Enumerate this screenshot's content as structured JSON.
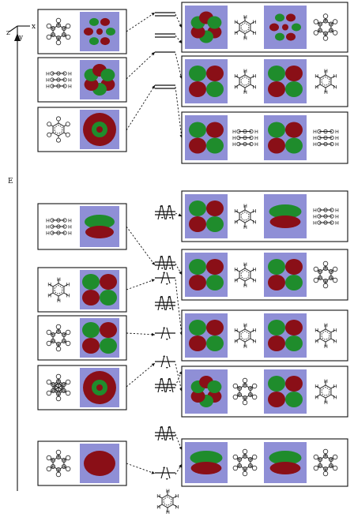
{
  "axes": {
    "energy_label": "E",
    "x_label": "x",
    "y_label": "y",
    "z_label": "z"
  },
  "hydrogen_label": "H",
  "colors": {
    "lobe_green": "#1f8c2c",
    "lobe_red": "#8a0f17",
    "panel_blue": "#8f8fd6",
    "line": "#111111"
  },
  "left_boxes": [
    {
      "name": "left-box-1",
      "structure": "cage",
      "lobe": "ring"
    },
    {
      "name": "left-box-2",
      "structure": "prism",
      "lobe": "petals"
    },
    {
      "name": "left-box-3",
      "structure": "hex",
      "lobe": "torus"
    },
    {
      "name": "left-box-4",
      "structure": "prism",
      "lobe": "pi"
    },
    {
      "name": "left-box-5",
      "structure": "hexH",
      "lobe": "quad"
    },
    {
      "name": "left-box-6",
      "structure": "cage",
      "lobe": "quad"
    },
    {
      "name": "left-box-7",
      "structure": "star",
      "lobe": "torus"
    },
    {
      "name": "left-box-8",
      "structure": "cage",
      "lobe": "blob"
    }
  ],
  "right_boxes": [
    {
      "name": "right-box-1",
      "panels": [
        {
          "lobe": "hex6",
          "structure": "hexH"
        },
        {
          "lobe": "ring",
          "structure": "cage"
        }
      ]
    },
    {
      "name": "right-box-2",
      "panels": [
        {
          "lobe": "quad",
          "structure": "hexH"
        },
        {
          "lobe": "quad",
          "structure": "hexH"
        }
      ]
    },
    {
      "name": "right-box-3",
      "panels": [
        {
          "lobe": "quad",
          "structure": "prism"
        },
        {
          "lobe": "quad",
          "structure": "prism"
        }
      ]
    },
    {
      "name": "right-box-4",
      "panels": [
        {
          "lobe": "quad",
          "structure": "hexH"
        },
        {
          "lobe": "pi",
          "structure": "prism"
        }
      ]
    },
    {
      "name": "right-box-5",
      "panels": [
        {
          "lobe": "quad",
          "structure": "hexH"
        },
        {
          "lobe": "quad",
          "structure": "cage"
        }
      ]
    },
    {
      "name": "right-box-6",
      "panels": [
        {
          "lobe": "quad",
          "structure": "hexH"
        },
        {
          "lobe": "quad",
          "structure": "hexH"
        }
      ]
    },
    {
      "name": "right-box-7",
      "panels": [
        {
          "lobe": "petals",
          "structure": "cage"
        },
        {
          "lobe": "quad",
          "structure": "hexH"
        }
      ]
    },
    {
      "name": "right-box-8",
      "panels": [
        {
          "lobe": "pi",
          "structure": "cage"
        },
        {
          "lobe": "pi",
          "structure": "cage"
        }
      ]
    }
  ],
  "levels": [
    {
      "name": "level-u1",
      "occupied": false,
      "degenerate": true
    },
    {
      "name": "level-u2",
      "occupied": false,
      "degenerate": true
    },
    {
      "name": "level-u3",
      "occupied": false,
      "degenerate": false
    },
    {
      "name": "level-u4",
      "occupied": false,
      "degenerate": true
    },
    {
      "name": "level-o1",
      "occupied": true,
      "degenerate": true
    },
    {
      "name": "level-o2",
      "occupied": true,
      "degenerate": true
    },
    {
      "name": "level-o3",
      "occupied": true,
      "degenerate": false
    },
    {
      "name": "level-o4",
      "occupied": true,
      "degenerate": true
    },
    {
      "name": "level-o5",
      "occupied": true,
      "degenerate": false
    },
    {
      "name": "level-o6",
      "occupied": true,
      "degenerate": false
    },
    {
      "name": "level-o7",
      "occupied": true,
      "degenerate": true
    },
    {
      "name": "level-o8",
      "occupied": true,
      "degenerate": true
    },
    {
      "name": "level-o9",
      "occupied": true,
      "degenerate": false
    }
  ]
}
